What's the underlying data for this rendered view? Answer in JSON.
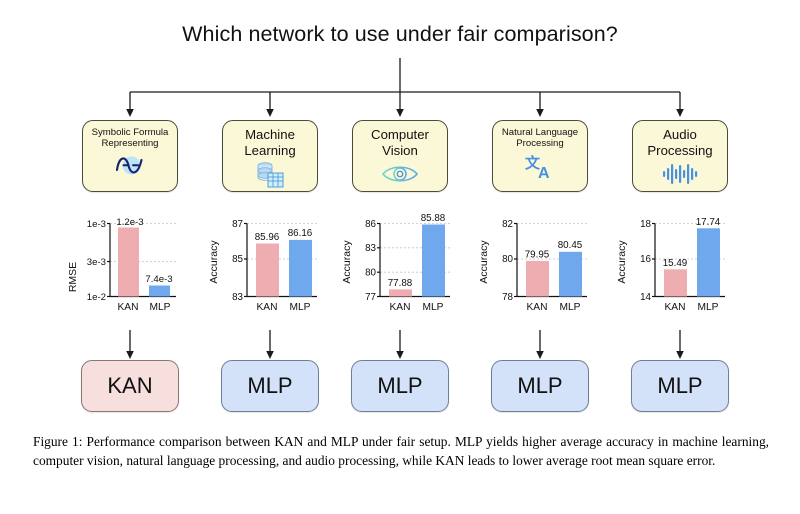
{
  "figure": {
    "title": "Which network to use under fair comparison?",
    "caption": "Figure 1: Performance comparison between KAN and MLP under fair setup. MLP yields higher average accuracy in machine learning, computer vision, natural language processing, and audio processing, while KAN leads to lower average root mean square error."
  },
  "colors": {
    "kan_bar": "#eeadb0",
    "mlp_bar": "#6fa8ec",
    "category_box_fill": "#fbf8d8",
    "category_box_stroke": "#4a4a38",
    "result_kan_fill": "#f6dfdd",
    "result_mlp_fill": "#d3e2f8",
    "grid": "#bdbdbd",
    "axis": "#111111"
  },
  "categories": [
    {
      "id": "symbolic-formula-representing",
      "label": "Symbolic Formula\nRepresenting",
      "label_size": "small",
      "icon": "sine-wave-icon",
      "result": "KAN",
      "result_kind": "kan"
    },
    {
      "id": "machine-learning",
      "label": "Machine\nLearning",
      "label_size": "big",
      "icon": "database-table-icon",
      "result": "MLP",
      "result_kind": "mlp"
    },
    {
      "id": "computer-vision",
      "label": "Computer\nVision",
      "label_size": "big",
      "icon": "eye-icon",
      "result": "MLP",
      "result_kind": "mlp"
    },
    {
      "id": "natural-language-processing",
      "label": "Natural Language\nProcessing",
      "label_size": "small",
      "icon": "translate-icon",
      "result": "MLP",
      "result_kind": "mlp"
    },
    {
      "id": "audio-processing",
      "label": "Audio\nProcessing",
      "label_size": "big",
      "icon": "waveform-icon",
      "result": "MLP",
      "result_kind": "mlp"
    }
  ],
  "chart_data": [
    {
      "id": "chart-symbolic-formula",
      "type": "bar",
      "title": "",
      "xlabel": "",
      "ylabel": "RMSE",
      "categories": [
        "KAN",
        "MLP"
      ],
      "values": [
        0.0012,
        0.0074
      ],
      "value_labels": [
        "1.2e-3",
        "7.4e-3"
      ],
      "tick_labels": [
        "1e-3",
        "3e-3",
        "1e-2"
      ],
      "tick_values": [
        0.001,
        0.003,
        0.01
      ],
      "ylim": [
        0.001,
        0.01
      ],
      "yscale": "log",
      "y_inverted": true,
      "grid": true,
      "legend": "none",
      "bar_colors": [
        "#eeadb0",
        "#6fa8ec"
      ]
    },
    {
      "id": "chart-machine-learning",
      "type": "bar",
      "title": "",
      "xlabel": "",
      "ylabel": "Accuracy",
      "categories": [
        "KAN",
        "MLP"
      ],
      "values": [
        85.96,
        86.16
      ],
      "value_labels": [
        "85.96",
        "86.16"
      ],
      "tick_labels": [
        "83",
        "85",
        "87"
      ],
      "tick_values": [
        83,
        85,
        87
      ],
      "ylim": [
        83,
        87
      ],
      "yscale": "linear",
      "y_inverted": false,
      "grid": true,
      "legend": "none",
      "bar_colors": [
        "#eeadb0",
        "#6fa8ec"
      ]
    },
    {
      "id": "chart-computer-vision",
      "type": "bar",
      "title": "",
      "xlabel": "",
      "ylabel": "Accuracy",
      "categories": [
        "KAN",
        "MLP"
      ],
      "values": [
        77.88,
        85.88
      ],
      "value_labels": [
        "77.88",
        "85.88"
      ],
      "tick_labels": [
        "77",
        "80",
        "83",
        "86"
      ],
      "tick_values": [
        77,
        80,
        83,
        86
      ],
      "ylim": [
        77,
        86
      ],
      "yscale": "linear",
      "y_inverted": false,
      "grid": true,
      "legend": "none",
      "bar_colors": [
        "#eeadb0",
        "#6fa8ec"
      ]
    },
    {
      "id": "chart-nlp",
      "type": "bar",
      "title": "",
      "xlabel": "",
      "ylabel": "Accuracy",
      "categories": [
        "KAN",
        "MLP"
      ],
      "values": [
        79.95,
        80.45
      ],
      "value_labels": [
        "79.95",
        "80.45"
      ],
      "tick_labels": [
        "78",
        "80",
        "82"
      ],
      "tick_values": [
        78,
        80,
        82
      ],
      "ylim": [
        78,
        82
      ],
      "yscale": "linear",
      "y_inverted": false,
      "grid": true,
      "legend": "none",
      "bar_colors": [
        "#eeadb0",
        "#6fa8ec"
      ]
    },
    {
      "id": "chart-audio",
      "type": "bar",
      "title": "",
      "xlabel": "",
      "ylabel": "Accuracy",
      "categories": [
        "KAN",
        "MLP"
      ],
      "values": [
        15.49,
        17.74
      ],
      "value_labels": [
        "15.49",
        "17.74"
      ],
      "tick_labels": [
        "14",
        "16",
        "18"
      ],
      "tick_values": [
        14,
        16,
        18
      ],
      "ylim": [
        14,
        18
      ],
      "yscale": "linear",
      "y_inverted": false,
      "grid": true,
      "legend": "none",
      "bar_colors": [
        "#eeadb0",
        "#6fa8ec"
      ]
    }
  ]
}
